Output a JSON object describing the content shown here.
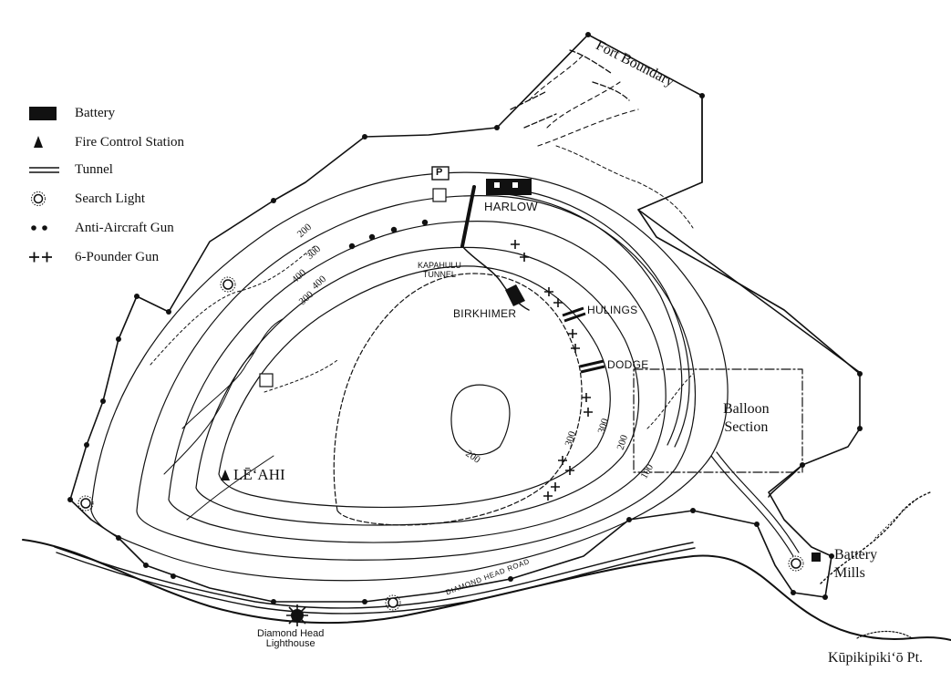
{
  "legend": {
    "items": [
      {
        "symbol": "battery-icon",
        "label": "Battery"
      },
      {
        "symbol": "fire-control-station-icon",
        "label": "Fire Control Station"
      },
      {
        "symbol": "tunnel-icon",
        "label": "Tunnel"
      },
      {
        "symbol": "search-light-icon",
        "label": "Search Light"
      },
      {
        "symbol": "anti-aircraft-gun-icon",
        "label": "Anti-Aircraft Gun"
      },
      {
        "symbol": "six-pounder-gun-icon",
        "label": "6-Pounder Gun"
      }
    ]
  },
  "labels": {
    "fort_boundary": "Fort Boundary",
    "harlow": "HARLOW",
    "kapahulu_line1": "KAPAHULU",
    "kapahulu_line2": "TUNNEL",
    "birkhimer": "BIRKHIMER",
    "hulings": "HULINGS",
    "dodge": "DODGE",
    "leahi": "LĒ‘AHI",
    "balloon_line1": "Balloon",
    "balloon_line2": "Section",
    "battery_mills_line1": "Battery",
    "battery_mills_line2": "Mills",
    "lighthouse_line1": "Diamond Head",
    "lighthouse_line2": "Lighthouse",
    "diamond_head_road": "DIAMOND HEAD ROAD",
    "kupikipikio": "Kūpikipiki‘ō Pt.",
    "parking": "P"
  },
  "contours": [
    "200",
    "300",
    "400",
    "400",
    "300",
    "300",
    "300",
    "200",
    "100",
    "200"
  ],
  "colors": {
    "ink": "#111111",
    "paper": "#ffffff"
  }
}
